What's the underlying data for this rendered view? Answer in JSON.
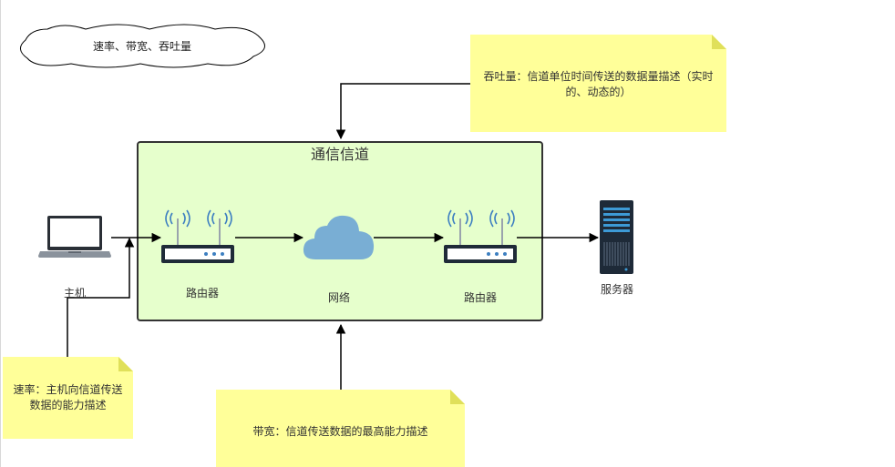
{
  "cloud_note": "速率、带宽、吞吐量",
  "channel": {
    "title": "通信信道"
  },
  "devices": {
    "host": "主机",
    "router_left": "路由器",
    "network": "网络",
    "router_right": "路由器",
    "server": "服务器"
  },
  "notes": {
    "throughput": "吞吐量：信道单位时间传送的数据量描述（实时的、动态的）",
    "rate": "速率：主机向信道传送数据的能力描述",
    "bandwidth": "带宽：信道传送数据的最高能力描述"
  },
  "colors": {
    "channel_fill": "#e6ffcc",
    "note_fill": "#ffff99",
    "cloud_blue": "#79aed4",
    "router_dark": "#1f2b38",
    "server_dark": "#1e2a38",
    "server_accent": "#3d9ad6"
  }
}
